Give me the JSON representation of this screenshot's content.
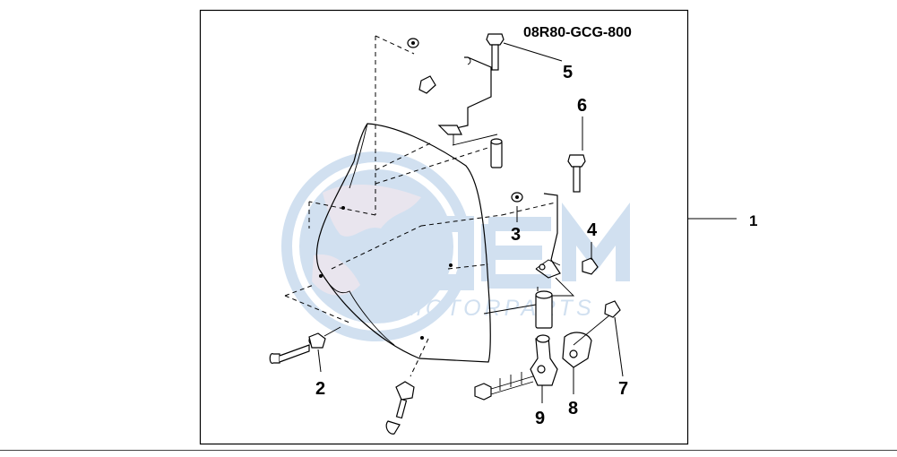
{
  "diagram": {
    "part_code": "08R80-GCG-800",
    "callouts": [
      "1",
      "2",
      "3",
      "4",
      "5",
      "6",
      "7",
      "8",
      "9"
    ],
    "watermark": {
      "brand": "OEM",
      "sub": "MOTORPARTS",
      "color": "#cfdff0"
    }
  }
}
